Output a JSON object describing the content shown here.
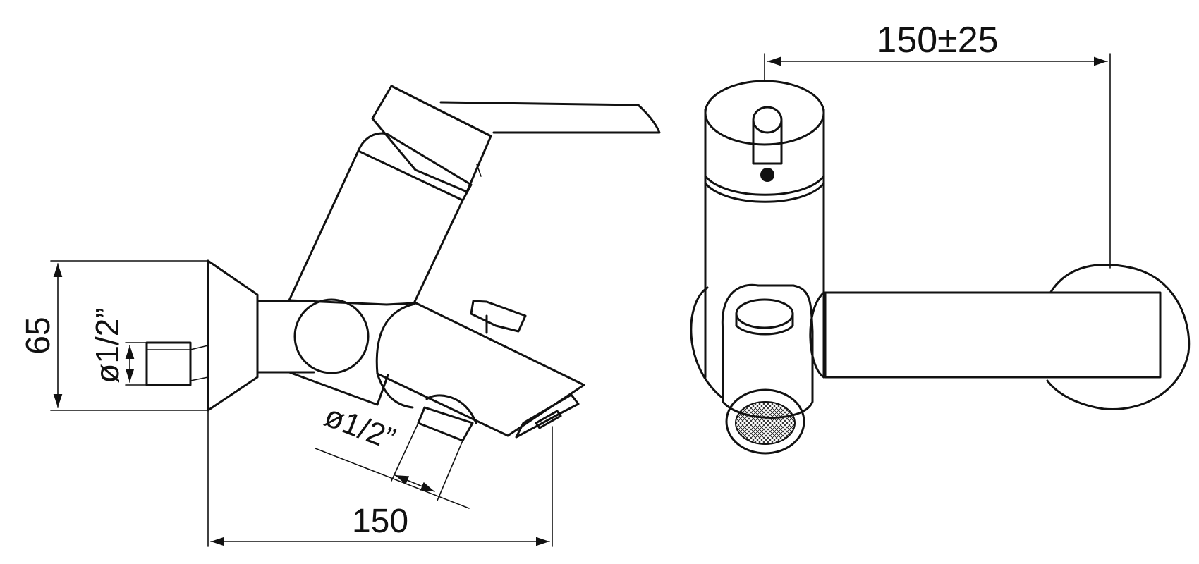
{
  "dimensions": {
    "height_overall": "65",
    "inlet_thread": "ø1/2”",
    "outlet_thread": "ø1/2”",
    "depth": "150",
    "center_distance": "150±25"
  },
  "colors": {
    "line": "#111111",
    "background": "#ffffff"
  }
}
